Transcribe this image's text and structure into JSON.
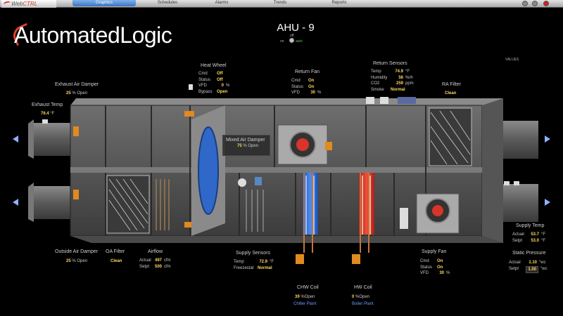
{
  "nav": {
    "brand": "WebCTRL",
    "brand_accent": "CTRL",
    "brand_prefix": "Web",
    "tabs": [
      {
        "label": "Graphics",
        "active": true
      },
      {
        "label": "Schedules",
        "active": false
      },
      {
        "label": "Alarms",
        "active": false
      },
      {
        "label": "Trends",
        "active": false
      },
      {
        "label": "Reports",
        "active": false
      }
    ]
  },
  "logo": {
    "text_a": "Automated",
    "text_b": "Logic"
  },
  "unit": {
    "title": "AHU - 9",
    "mode_off": "off",
    "mode_on": "on",
    "mode_auto": "auto"
  },
  "values_label": "VALUES",
  "exhaust_air_damper": {
    "label": "Exhaust Air Damper",
    "value": "25",
    "unit": "% Open"
  },
  "exhaust_temp": {
    "label": "Exhaust Temp",
    "value": "76.4",
    "unit": "°F"
  },
  "heat_wheel": {
    "label": "Heat Wheel",
    "rows": [
      {
        "k": "Cmd",
        "v": "Off",
        "u": ""
      },
      {
        "k": "Status",
        "v": "Off",
        "u": ""
      },
      {
        "k": "VFD",
        "v": "0",
        "u": "%"
      },
      {
        "k": "Bypass",
        "v": "Open",
        "u": ""
      }
    ]
  },
  "return_fan": {
    "label": "Return Fan",
    "rows": [
      {
        "k": "Cmd",
        "v": "On",
        "u": ""
      },
      {
        "k": "Status",
        "v": "On",
        "u": ""
      },
      {
        "k": "VFD",
        "v": "30",
        "u": "%"
      }
    ]
  },
  "return_sensors": {
    "label": "Return Sensors",
    "rows": [
      {
        "k": "Temp",
        "v": "74.9",
        "u": "°F"
      },
      {
        "k": "Humidity",
        "v": "56",
        "u": "%rh"
      },
      {
        "k": "CO2",
        "v": "259",
        "u": "ppm"
      },
      {
        "k": "Smoke",
        "v": "Normal",
        "u": ""
      }
    ]
  },
  "ra_filter": {
    "label": "RA Filter",
    "value": "Clean"
  },
  "mixed_air_damper": {
    "label": "Mixed Air Damper",
    "value": "75",
    "unit": "% Open"
  },
  "outside_air_damper": {
    "label": "Outside Air Damper",
    "value": "25",
    "unit": "% Open"
  },
  "oa_filter": {
    "label": "OA Filter",
    "value": "Clean"
  },
  "airflow": {
    "label": "Airflow",
    "rows": [
      {
        "k": "Actual",
        "v": "497",
        "u": "cfm"
      },
      {
        "k": "Setpt",
        "v": "500",
        "u": "cfm"
      }
    ]
  },
  "supply_sensors": {
    "label": "Supply Sensors",
    "rows": [
      {
        "k": "Temp",
        "v": "72.9",
        "u": "°F"
      },
      {
        "k": "Freezestat",
        "v": "Normal",
        "u": ""
      }
    ]
  },
  "chw_coil": {
    "label": "CHW Coil",
    "value": "39",
    "unit": "%Open",
    "link": "Chiller Plant"
  },
  "hw_coil": {
    "label": "HW Coil",
    "value": "0",
    "unit": "%Open",
    "link": "Boiler Plant"
  },
  "supply_fan": {
    "label": "Supply Fan",
    "rows": [
      {
        "k": "Cmd",
        "v": "On",
        "u": ""
      },
      {
        "k": "Status",
        "v": "On",
        "u": ""
      },
      {
        "k": "VFD",
        "v": "30",
        "u": "%"
      }
    ]
  },
  "supply_temp": {
    "label": "Supply Temp",
    "rows": [
      {
        "k": "Actual",
        "v": "53.7",
        "u": "°F"
      },
      {
        "k": "Setpt",
        "v": "53.0",
        "u": "°F"
      }
    ]
  },
  "static_pressure": {
    "label": "Static Pressure",
    "rows": [
      {
        "k": "Actual",
        "v": "1.10",
        "u": "\"wc"
      },
      {
        "k": "Setpt",
        "v": "1.00",
        "u": "\"wc"
      }
    ]
  },
  "colors": {
    "value_yellow": "#ffd75e",
    "link_blue": "#6c9cff",
    "chw_blue": "#2f6fd8",
    "hw_red": "#d8342a",
    "wheel_blue": "#2f68c8"
  }
}
